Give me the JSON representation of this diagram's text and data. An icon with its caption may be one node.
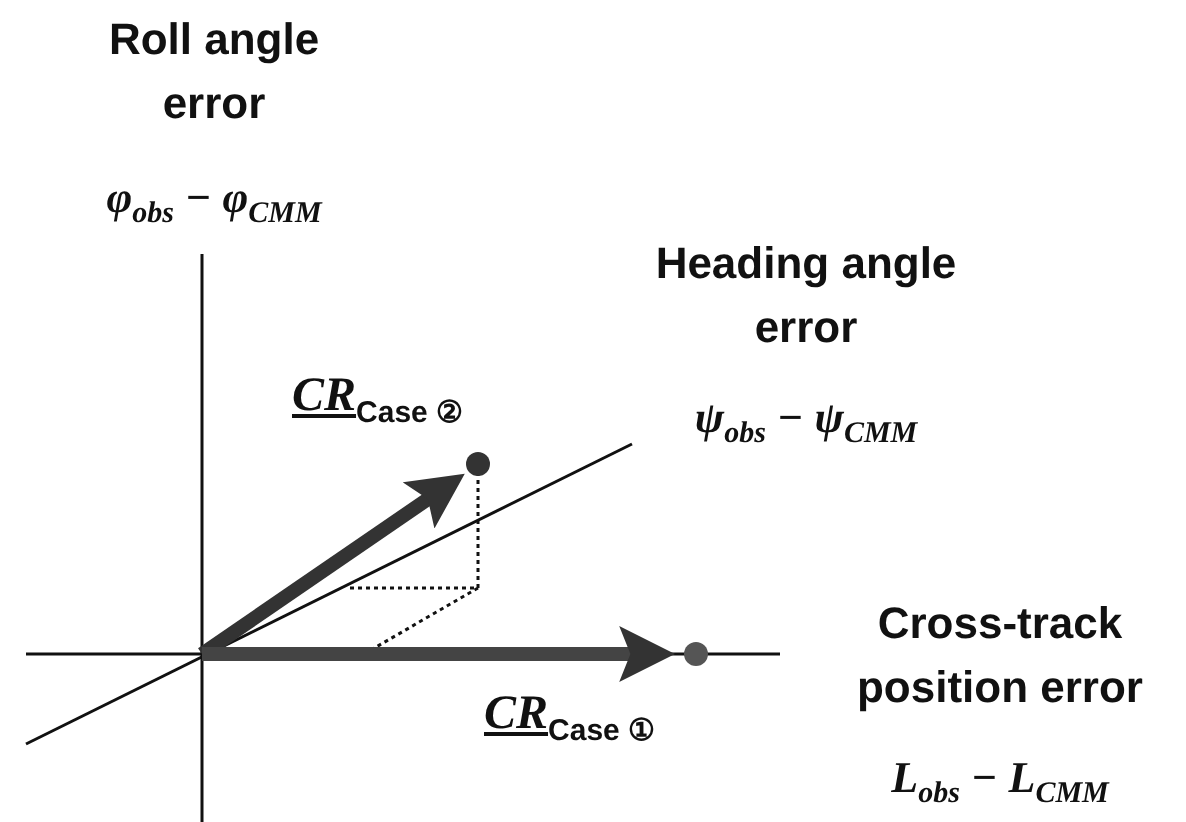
{
  "diagram": {
    "labels": [
      "Roll angle error",
      "φ$_{obs}$ − φ$_{CMM}$",
      "Heading angle error",
      "ψ$_{obs}$ − ψ$_{CMM}$",
      "CR$_{Case ②}$",
      "Cross-track position error",
      "CR$_{Case ①}$",
      "L$_{obs}$ − L$_{CMM}$"
    ]
  }
}
